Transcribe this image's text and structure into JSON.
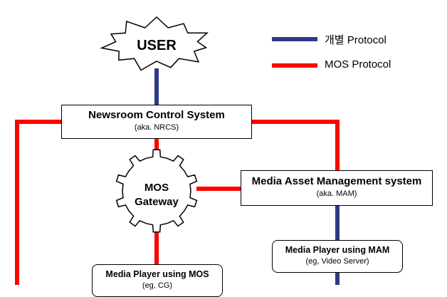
{
  "colors": {
    "proprietary_line": "#2e3a87",
    "mos_line": "#ff0000",
    "outline": "#000000",
    "fill": "#ffffff"
  },
  "legend": [
    {
      "label": "개별 Protocol",
      "color": "#2e3a87"
    },
    {
      "label": "MOS Protocol",
      "color": "#ff0000"
    }
  ],
  "nodes": {
    "user": {
      "label": "USER",
      "shape": "burst-icon"
    },
    "nrcs": {
      "title": "Newsroom Control System",
      "subtitle": "(aka. NRCS)"
    },
    "gateway": {
      "line1": "MOS",
      "line2": "Gateway",
      "shape": "gear-icon"
    },
    "mam": {
      "title": "Media Asset Management system",
      "subtitle": "(aka. MAM)"
    },
    "mam_player": {
      "title": "Media Player using MAM",
      "subtitle": "(eg, Video Server)"
    },
    "mos_player": {
      "title": "Media Player using MOS",
      "subtitle": "(eg, CG)"
    }
  }
}
